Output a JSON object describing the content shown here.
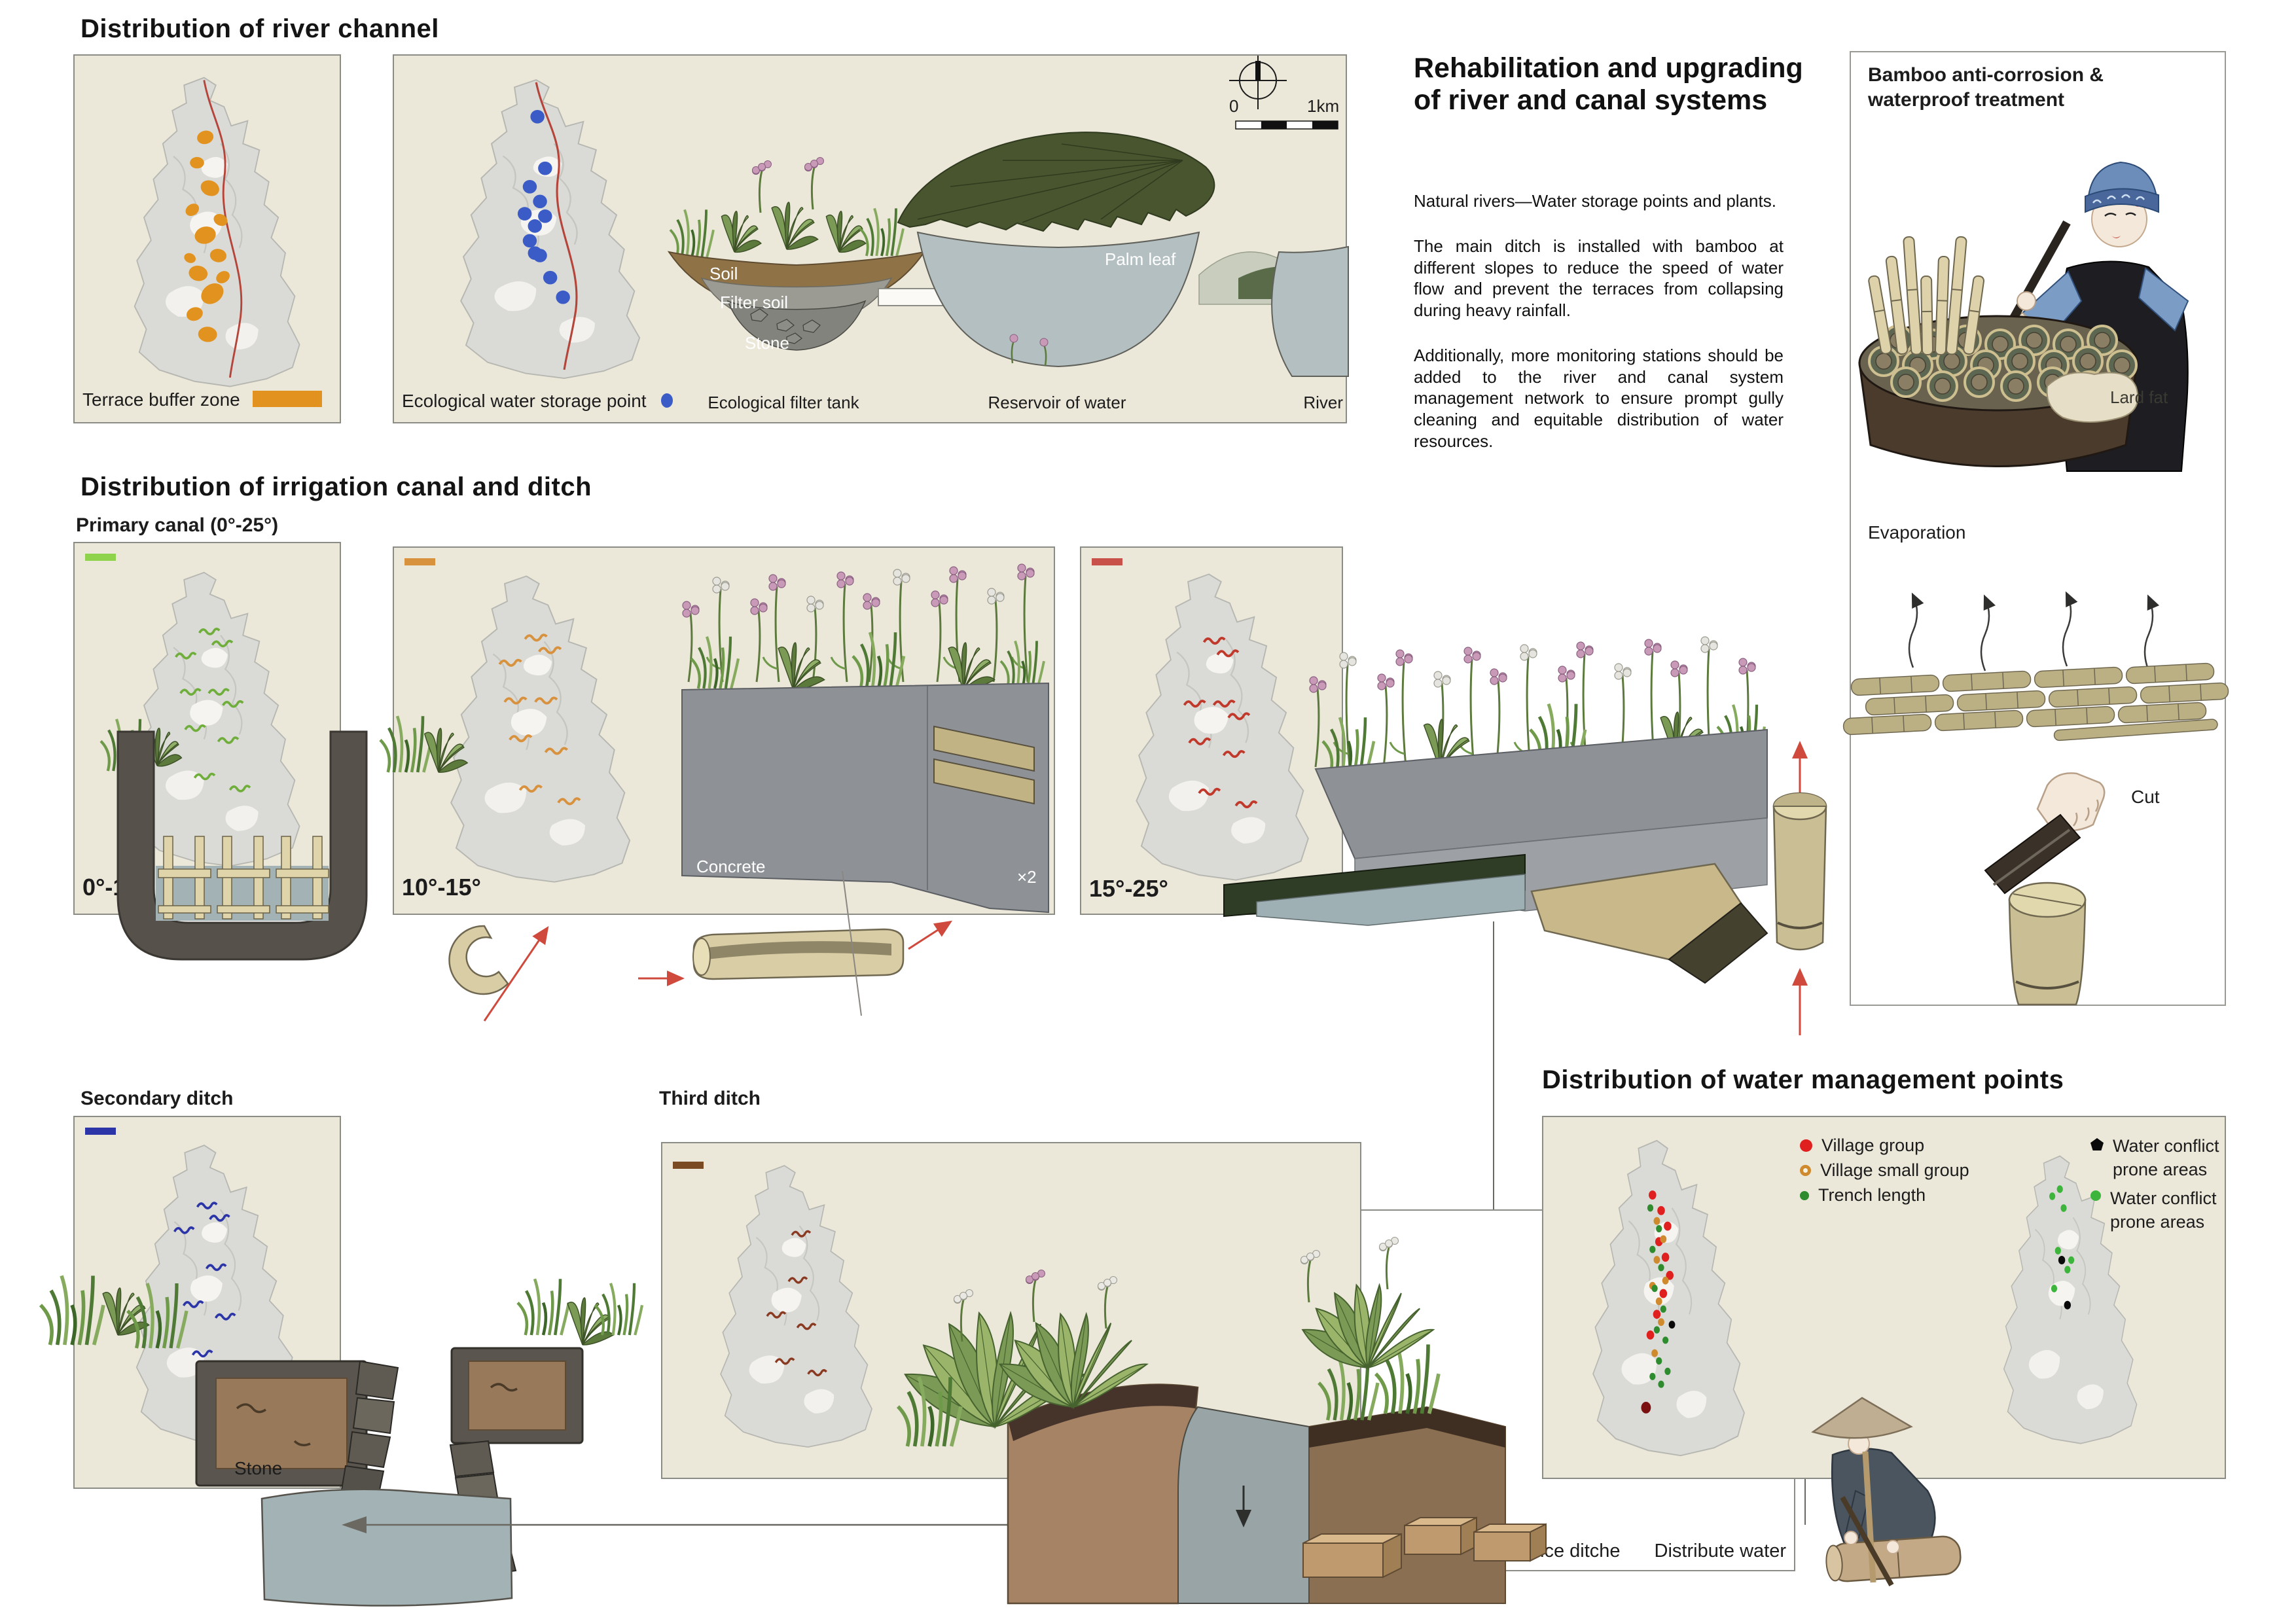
{
  "rc": {
    "title": "Distribution of river channel",
    "terrace_label": "Terrace buffer zone",
    "terrace_color": "#e2921e",
    "storage_label": "Ecological water storage point",
    "storage_color": "#3b5bc7",
    "soil": "Soil",
    "filter_soil": "Filter soil",
    "stone": "Stone",
    "palm_leaf": "Palm leaf",
    "bottom": [
      "Ecological filter tank",
      "Reservoir of water",
      "River"
    ],
    "scale0": "0",
    "scale1": "1km"
  },
  "rehab": {
    "title": "Rehabilitation and upgrading of river and canal systems",
    "p1": "Natural rivers—Water storage points and plants.",
    "p2": "The main ditch is installed with bamboo at different slopes to reduce the speed of water flow and prevent the terraces from collapsing during heavy rainfall.",
    "p3": "Additionally, more monitoring stations should be added to the river and canal system management network to ensure prompt gully cleaning and equitable distribution of water resources."
  },
  "bamboo": {
    "title": "Bamboo anti-corrosion & waterproof treatment",
    "lard": "Lard fat",
    "evap": "Evaporation",
    "cut": "Cut"
  },
  "irr": {
    "title": "Distribution of  irrigation canal and ditch",
    "subtitle": "Primary canal  (0°-25°)",
    "panels": [
      {
        "label": "0°-10°",
        "color": "#8fd24b"
      },
      {
        "label": "10°-15°",
        "color": "#d8913d",
        "concrete": "Concrete",
        "x2": "×2"
      },
      {
        "label": "15°-25°",
        "color": "#c8524a"
      }
    ]
  },
  "sec": {
    "title": "Secondary ditch",
    "color": "#2b35a8",
    "stone": "Stone"
  },
  "third": {
    "title": "Third ditch",
    "color": "#7a4a22"
  },
  "wm": {
    "title": "Distribution of water management points",
    "legend": [
      {
        "label": "Village group",
        "color": "#e01f1f"
      },
      {
        "label": "Village small group",
        "color": "#d08a2e"
      },
      {
        "label": "Trench length",
        "color": "#2e8b2e"
      }
    ],
    "conflict": [
      {
        "label": "Water conflict prone areas",
        "color": "#0a0a0a"
      },
      {
        "label": "Water conflict prone areas",
        "color": "#3db53d"
      }
    ],
    "bottom": [
      "Clean maintenance ditche",
      "Distribute water"
    ]
  }
}
